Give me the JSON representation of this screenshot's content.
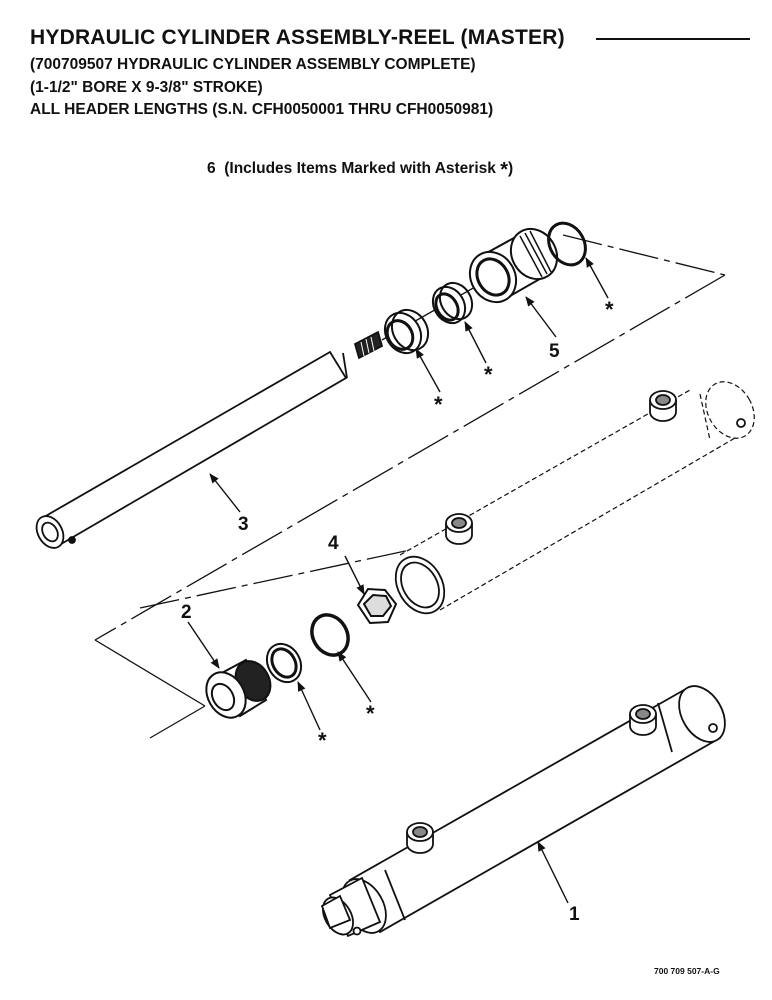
{
  "header": {
    "title": "HYDRAULIC CYLINDER ASSEMBLY-REEL (MASTER)",
    "line2": "(700709507 HYDRAULIC CYLINDER ASSEMBLY COMPLETE)",
    "line3": "(1-1/2\" BORE X 9-3/8\" STROKE)",
    "line4": "ALL HEADER LENGTHS (S.N. CFH0050001 THRU CFH0050981)"
  },
  "kit_note": {
    "number": "6",
    "text": "(Includes Items Marked with Asterisk",
    "asterisk": "*",
    "close": ")"
  },
  "callouts": {
    "item1": "1",
    "item2": "2",
    "item3": "3",
    "item4": "4",
    "item5": "5",
    "asterisk": "*"
  },
  "drawing_code": "700 709 507-A-G",
  "colors": {
    "ink": "#111111",
    "paper": "#ffffff"
  }
}
